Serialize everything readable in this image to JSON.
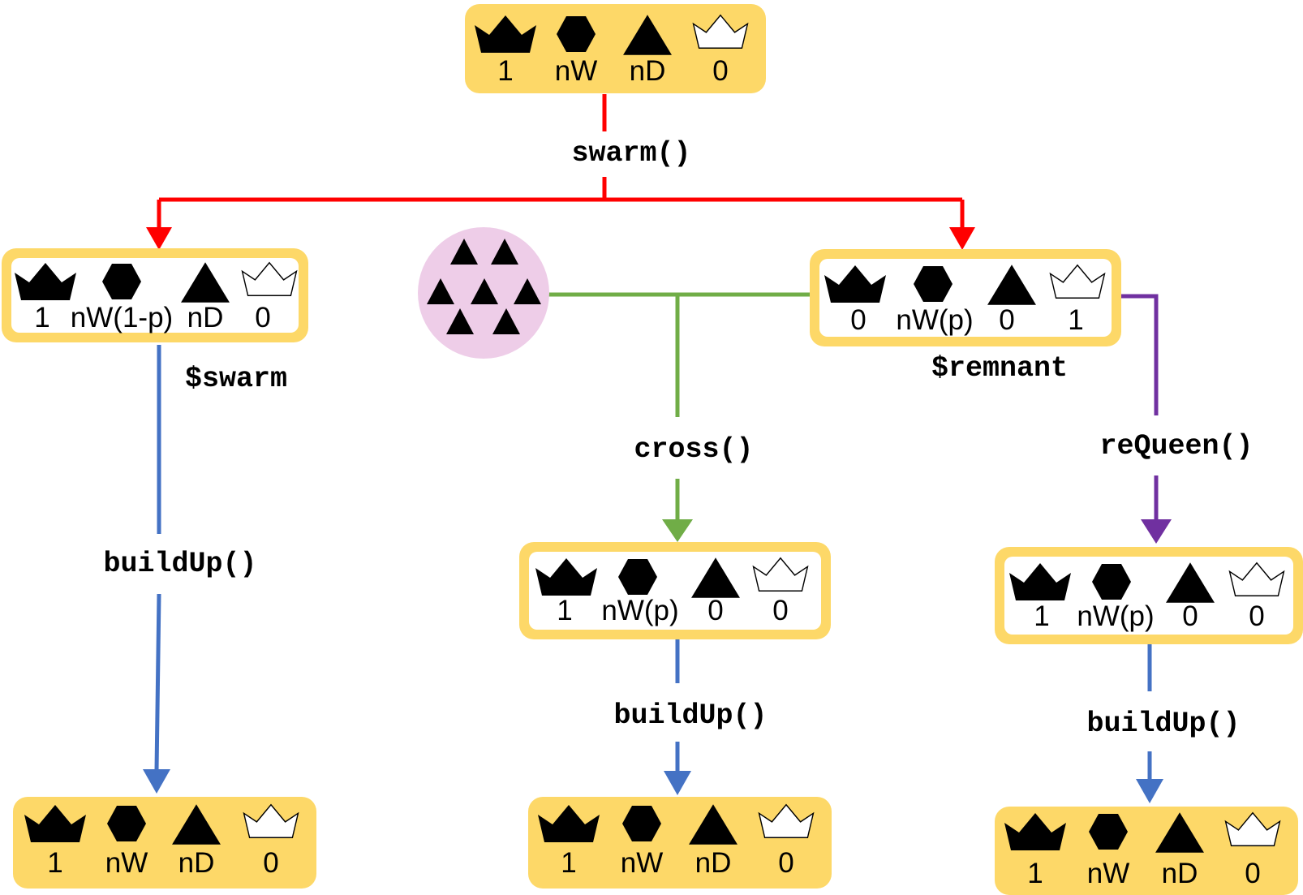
{
  "colors": {
    "box_fill": "#fdd868",
    "box_inner": "#ffffff",
    "swarm_edge": "#ff0000",
    "buildup_edge": "#4472c4",
    "cross_edge": "#70ad47",
    "requeen_edge": "#7030a0",
    "drone_pool": "#eecde8"
  },
  "icons": [
    "queen-icon",
    "worker-icon",
    "drone-icon",
    "virgin-queen-icon"
  ],
  "boxes": {
    "top": {
      "values": [
        "1",
        "nW",
        "nD",
        "0"
      ]
    },
    "swarm": {
      "values": [
        "1",
        "nW(1-p)",
        "nD",
        "0"
      ]
    },
    "remnant": {
      "values": [
        "0",
        "nW(p)",
        "0",
        "1"
      ]
    },
    "crossed": {
      "values": [
        "1",
        "nW(p)",
        "0",
        "0"
      ]
    },
    "requeened": {
      "values": [
        "1",
        "nW(p)",
        "0",
        "0"
      ]
    },
    "swarm_built": {
      "values": [
        "1",
        "nW",
        "nD",
        "0"
      ]
    },
    "crossed_built": {
      "values": [
        "1",
        "nW",
        "nD",
        "0"
      ]
    },
    "requeened_built": {
      "values": [
        "1",
        "nW",
        "nD",
        "0"
      ]
    }
  },
  "labels": {
    "swarm_fn": "swarm()",
    "swarm_var": "$swarm",
    "remnant_var": "$remnant",
    "cross_fn": "cross()",
    "requeen_fn": "reQueen()",
    "buildup_left": "buildUp()",
    "buildup_mid": "buildUp()",
    "buildup_right": "buildUp()"
  }
}
